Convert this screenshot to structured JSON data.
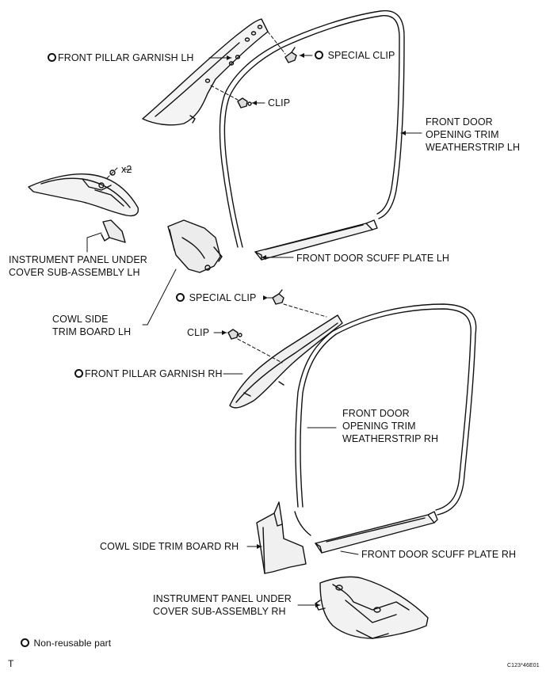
{
  "labels": {
    "front_pillar_garnish_lh": "FRONT PILLAR GARNISH LH",
    "special_clip_top": "SPECIAL CLIP",
    "clip_top": "CLIP",
    "weatherstrip_lh_1": "FRONT DOOR",
    "weatherstrip_lh_2": "OPENING TRIM",
    "weatherstrip_lh_3": "WEATHERSTRIP LH",
    "x2": "x2",
    "ip_under_cover_lh_1": "INSTRUMENT PANEL UNDER",
    "ip_under_cover_lh_2": "COVER SUB-ASSEMBLY LH",
    "scuff_plate_lh": "FRONT DOOR SCUFF PLATE LH",
    "special_clip_mid": "SPECIAL CLIP",
    "cowl_side_lh_1": "COWL SIDE",
    "cowl_side_lh_2": "TRIM BOARD LH",
    "clip_mid": "CLIP",
    "front_pillar_garnish_rh": "FRONT PILLAR GARNISH RH",
    "weatherstrip_rh_1": "FRONT DOOR",
    "weatherstrip_rh_2": "OPENING TRIM",
    "weatherstrip_rh_3": "WEATHERSTRIP RH",
    "cowl_side_rh": "COWL SIDE TRIM BOARD RH",
    "scuff_plate_rh": "FRONT DOOR SCUFF PLATE RH",
    "ip_under_cover_rh_1": "INSTRUMENT PANEL UNDER",
    "ip_under_cover_rh_2": "COVER SUB-ASSEMBLY RH",
    "legend": "Non-reusable part",
    "corner_letter": "T",
    "figure_code": "C123*46E01"
  },
  "icons": {
    "non_reusable_marker": "ring-icon"
  }
}
